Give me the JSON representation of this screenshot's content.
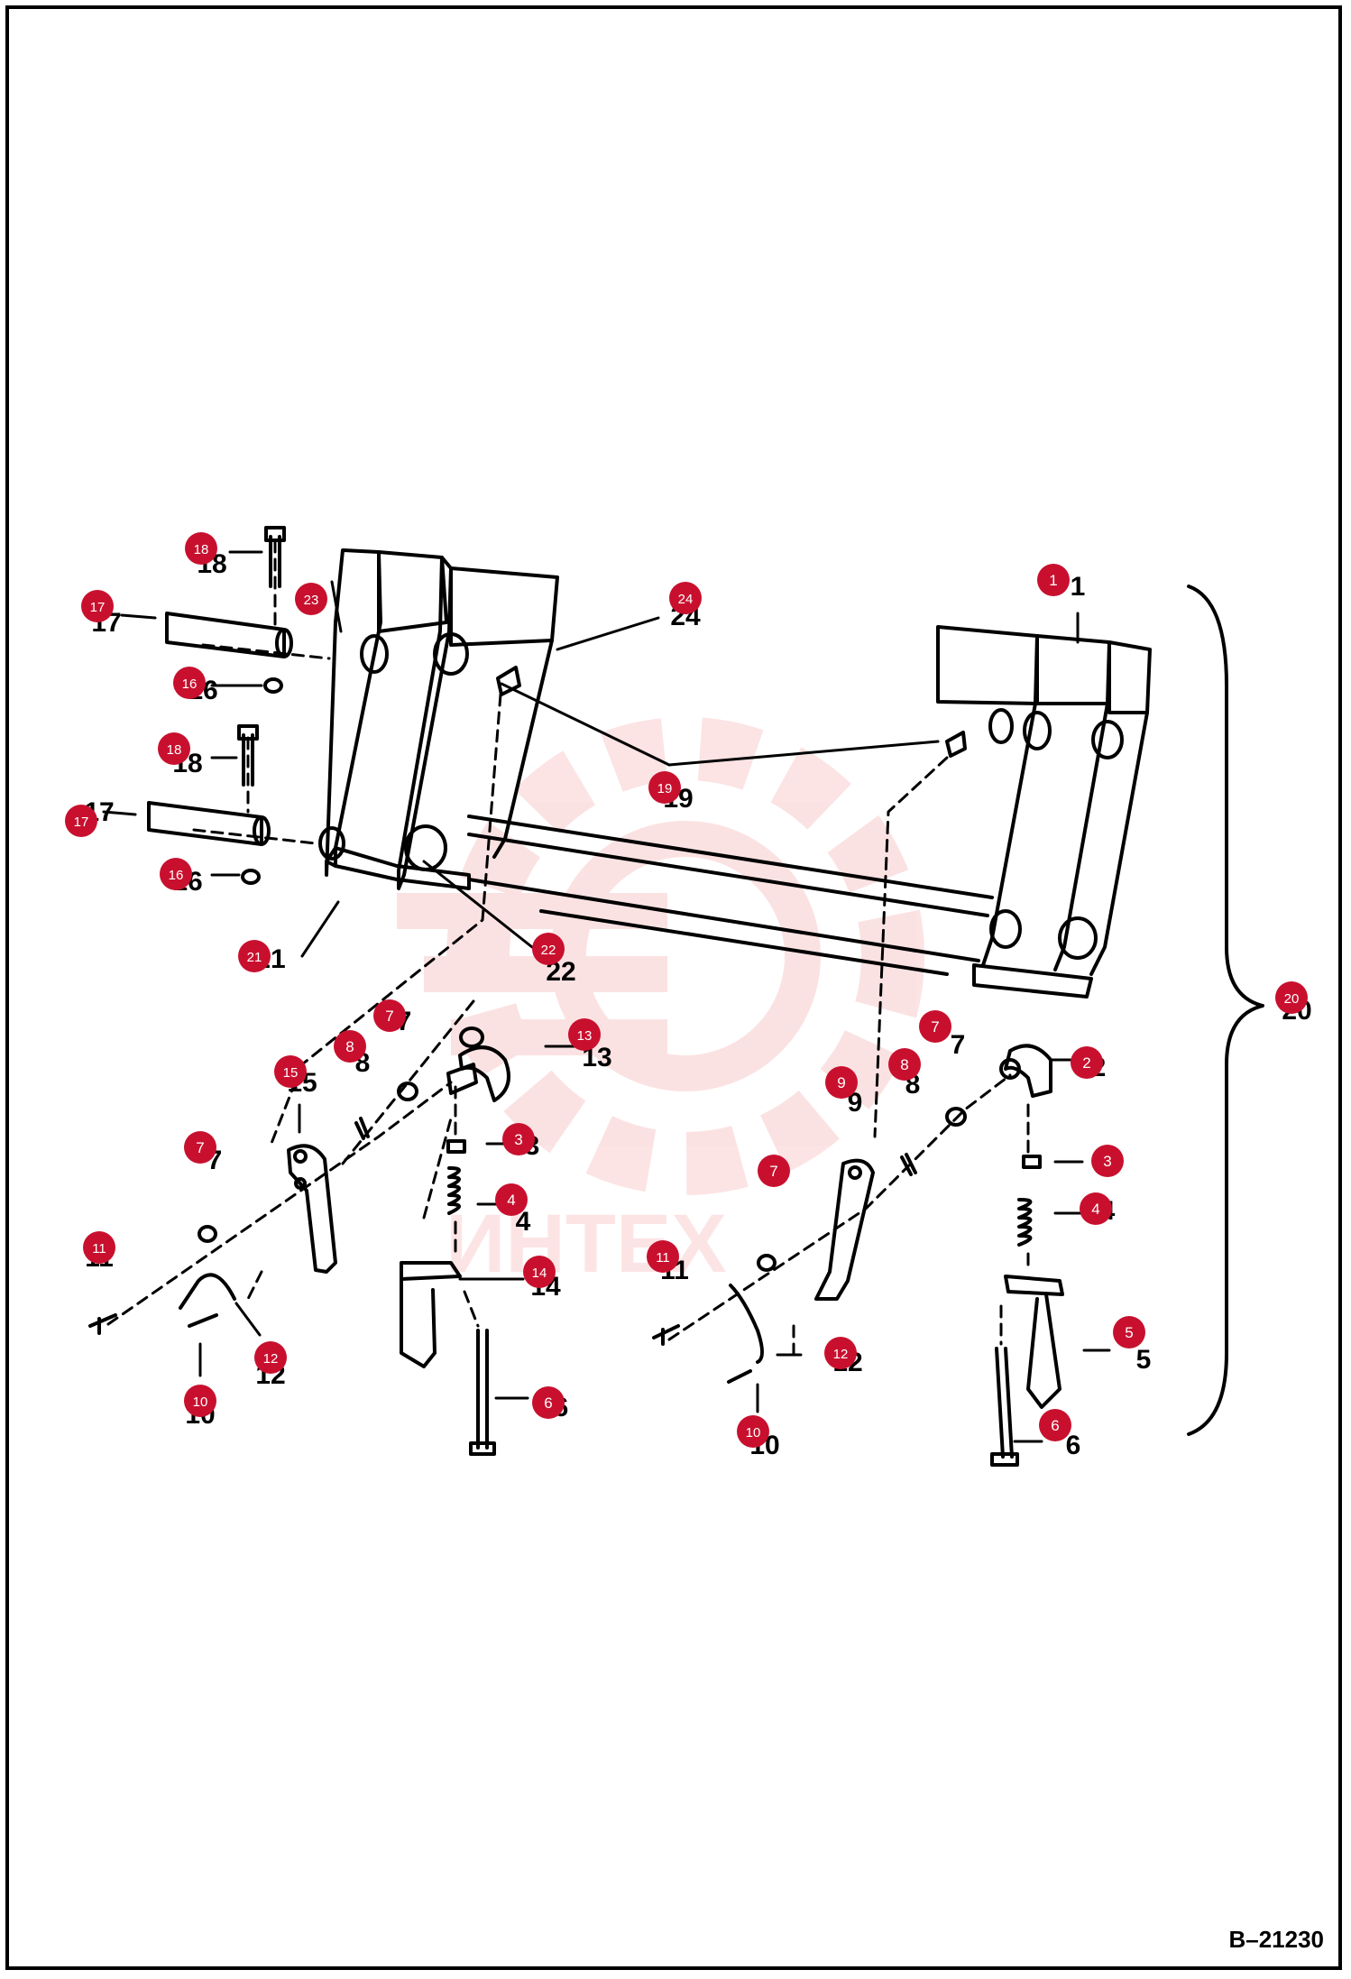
{
  "watermark": {
    "text": "ИНТЕХ",
    "color": "#e8252b"
  },
  "reference_code": "B–21230",
  "callout_color": "#c8102e",
  "callouts": [
    {
      "num": "1"
    },
    {
      "num": "2"
    },
    {
      "num": "3"
    },
    {
      "num": "4"
    },
    {
      "num": "5"
    },
    {
      "num": "6"
    },
    {
      "num": "7"
    },
    {
      "num": "8"
    },
    {
      "num": "9"
    },
    {
      "num": "10"
    },
    {
      "num": "11"
    },
    {
      "num": "12"
    },
    {
      "num": "13"
    },
    {
      "num": "14"
    },
    {
      "num": "15"
    },
    {
      "num": "16"
    },
    {
      "num": "17"
    },
    {
      "num": "18"
    },
    {
      "num": "19"
    },
    {
      "num": "20"
    },
    {
      "num": "21"
    },
    {
      "num": "22"
    },
    {
      "num": "23"
    },
    {
      "num": "24"
    }
  ]
}
